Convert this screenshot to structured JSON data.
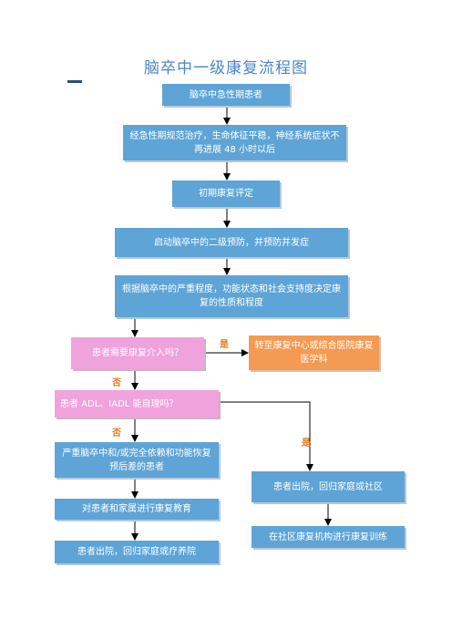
{
  "title": "脑卒中一级康复流程图",
  "nodes": {
    "acute": "脑卒中急性期患者",
    "standard": "经急性期规范治疗，生命体征平稳，神经系统症状不再进展 48 小时以后",
    "assess": "初期康复评定",
    "prevent": "启动脑卒中的二级预防，并预防并发症",
    "decide": "根据脑卒中的严重程度，功能状态和社会支持度决定康复的性质和程度",
    "need_q": "患者需要康复介入吗？",
    "transfer": "转至康复中心或综合医院康复医学科",
    "adl_q": "患者 ADL、IADL 能自理吗？",
    "severe": "严重脑卒中和/或完全依赖和功能恢复预后差的患者",
    "educate": "对患者和家属进行康复教育",
    "discharge_care": "患者出院，回归家庭或疗养院",
    "discharge_comm": "患者出院，回归家庭或社区",
    "comm_train": "在社区康复机构进行康复训练"
  },
  "labels": {
    "yes1": "是",
    "no1": "否",
    "no2": "否",
    "yes2": "是"
  },
  "colors": {
    "main": "#5ea4d6",
    "question": "#f0a2dd",
    "transfer": "#f59a52",
    "title": "#4a86c8",
    "label": "#e07b1a"
  }
}
